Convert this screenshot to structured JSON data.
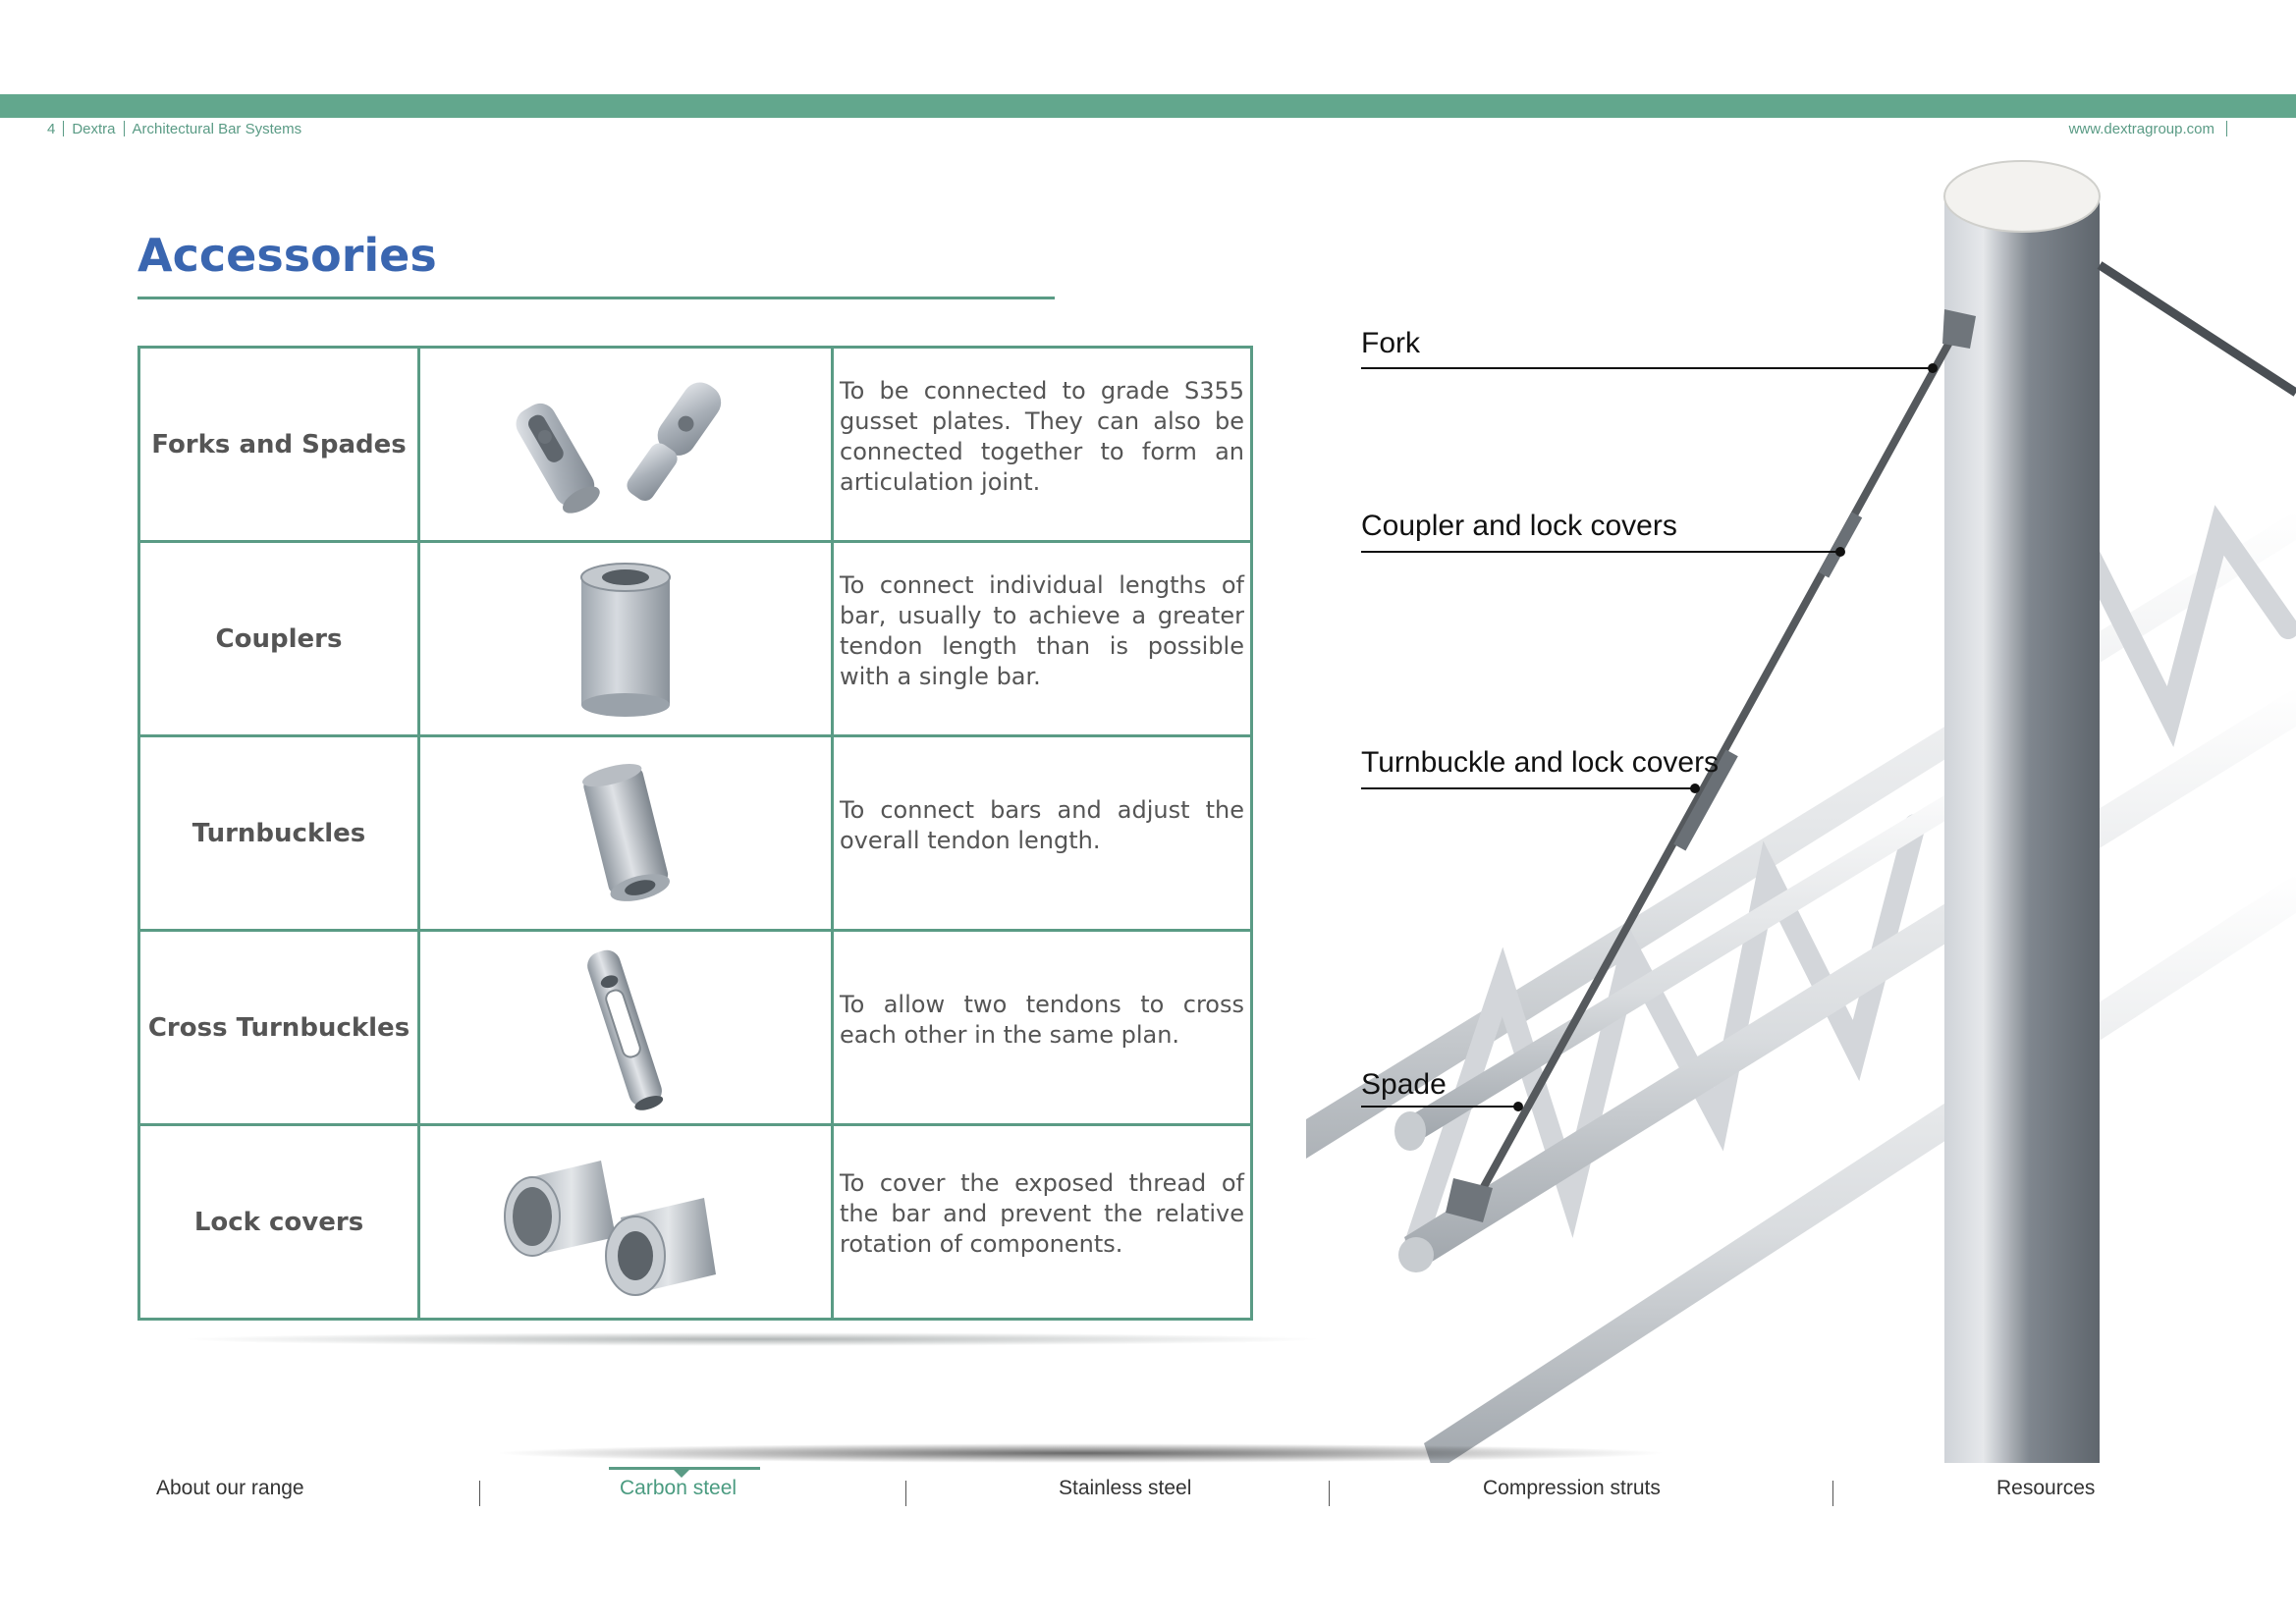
{
  "header": {
    "page_number": "4",
    "brand": "Dextra",
    "section": "Architectural Bar Systems",
    "website": "www.dextragroup.com"
  },
  "title": "Accessories",
  "accessories": [
    {
      "name": "Forks and Spades",
      "description": "To be connected to grade S355 gusset plates. They can also be connected together to form an articulation joint."
    },
    {
      "name": "Couplers",
      "description": "To connect individual lengths of bar, usually to achieve a greater tendon length than is possible with a single bar."
    },
    {
      "name": "Turnbuckles",
      "description": "To connect bars and adjust the overall tendon length."
    },
    {
      "name": "Cross Turnbuckles",
      "description": "To allow two tendons to cross each other in the same plan."
    },
    {
      "name": "Lock covers",
      "description": "To cover the exposed thread of the bar and prevent the relative rotation of components."
    }
  ],
  "callouts": {
    "fork": "Fork",
    "coupler": "Coupler and lock covers",
    "turnbuckle": "Turnbuckle and lock covers",
    "spade": "Spade"
  },
  "nav": {
    "items": [
      "About our range",
      "Carbon steel",
      "Stainless steel",
      "Compression struts",
      "Resources"
    ],
    "active": "Carbon steel"
  },
  "colors": {
    "accent_green": "#62a78d",
    "title_blue": "#3a66b0"
  }
}
